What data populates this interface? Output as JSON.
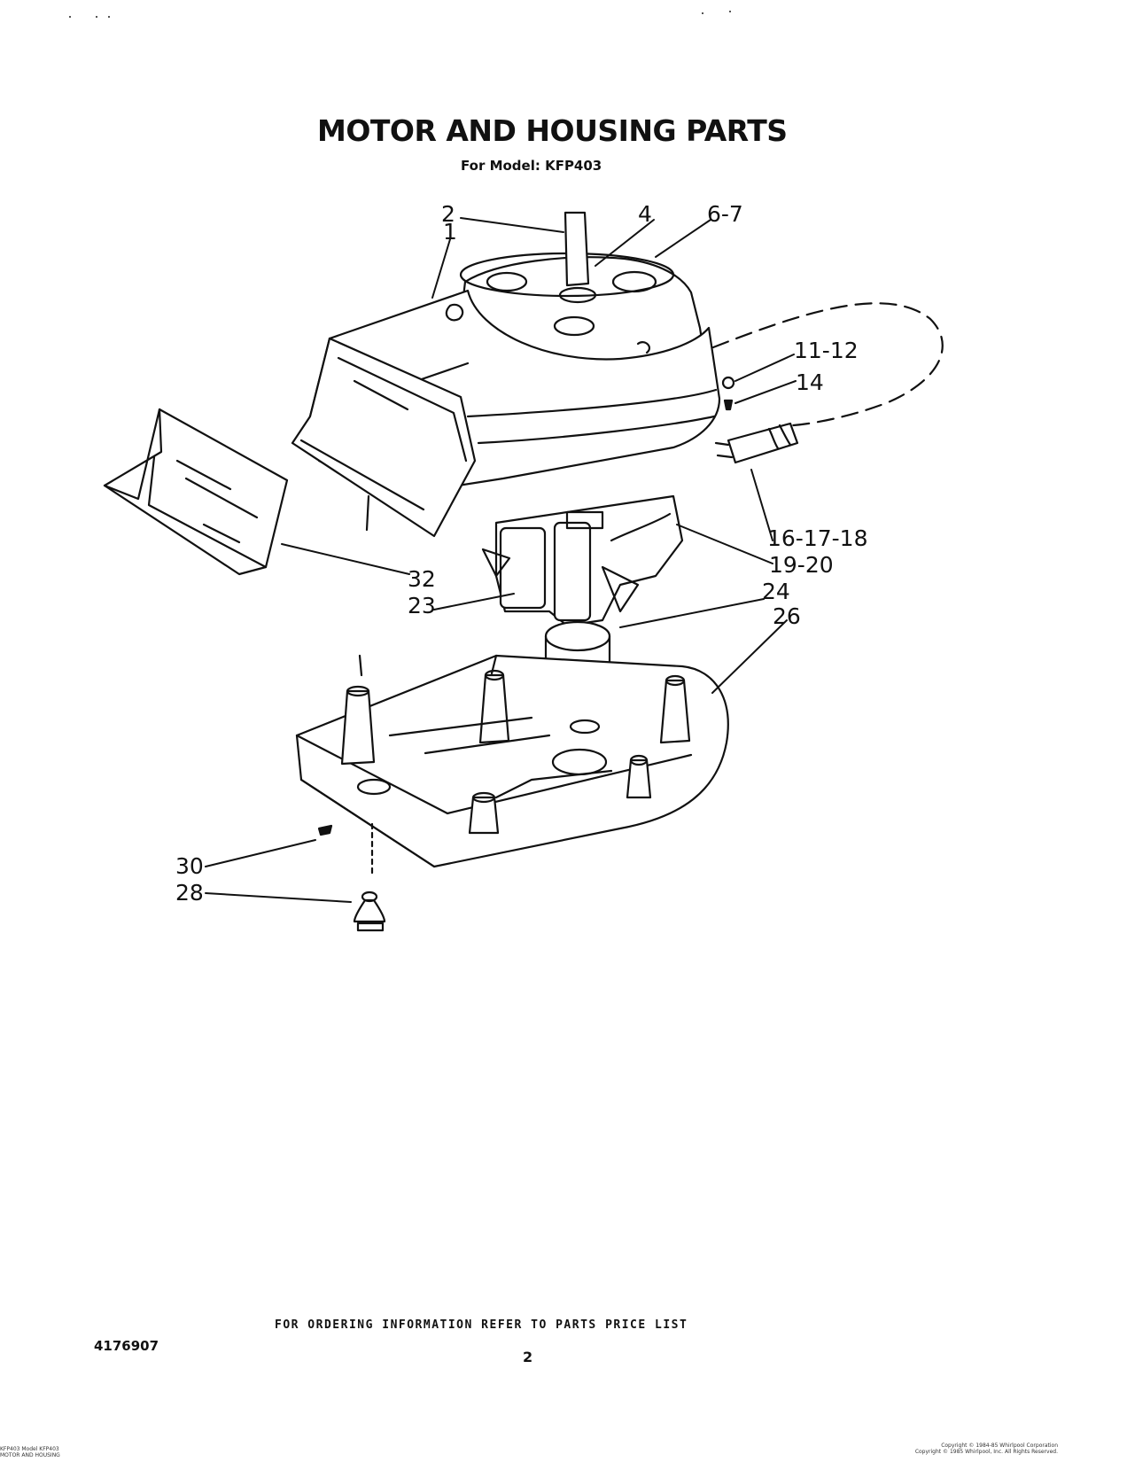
{
  "header": {
    "title": "MOTOR AND HOUSING PARTS",
    "subtitle": "For Model: KFP403"
  },
  "callouts": [
    "2",
    "1",
    "4",
    "6-7",
    "11-12",
    "14",
    "16-17-18",
    "19-20",
    "32",
    "23",
    "24",
    "26",
    "30",
    "28"
  ],
  "footer": {
    "ordering_note": "FOR ORDERING INFORMATION REFER TO PARTS PRICE LIST",
    "document_number": "4176907",
    "page_number": "2",
    "fine_print_left": [
      "KFP403 Model KFP403",
      "MOTOR AND HOUSING"
    ],
    "fine_print_right": [
      "Copyright © 1984-85 Whirlpool Corporation",
      "Copyright © 1985 Whirlpool, Inc. All Rights Reserved."
    ]
  }
}
